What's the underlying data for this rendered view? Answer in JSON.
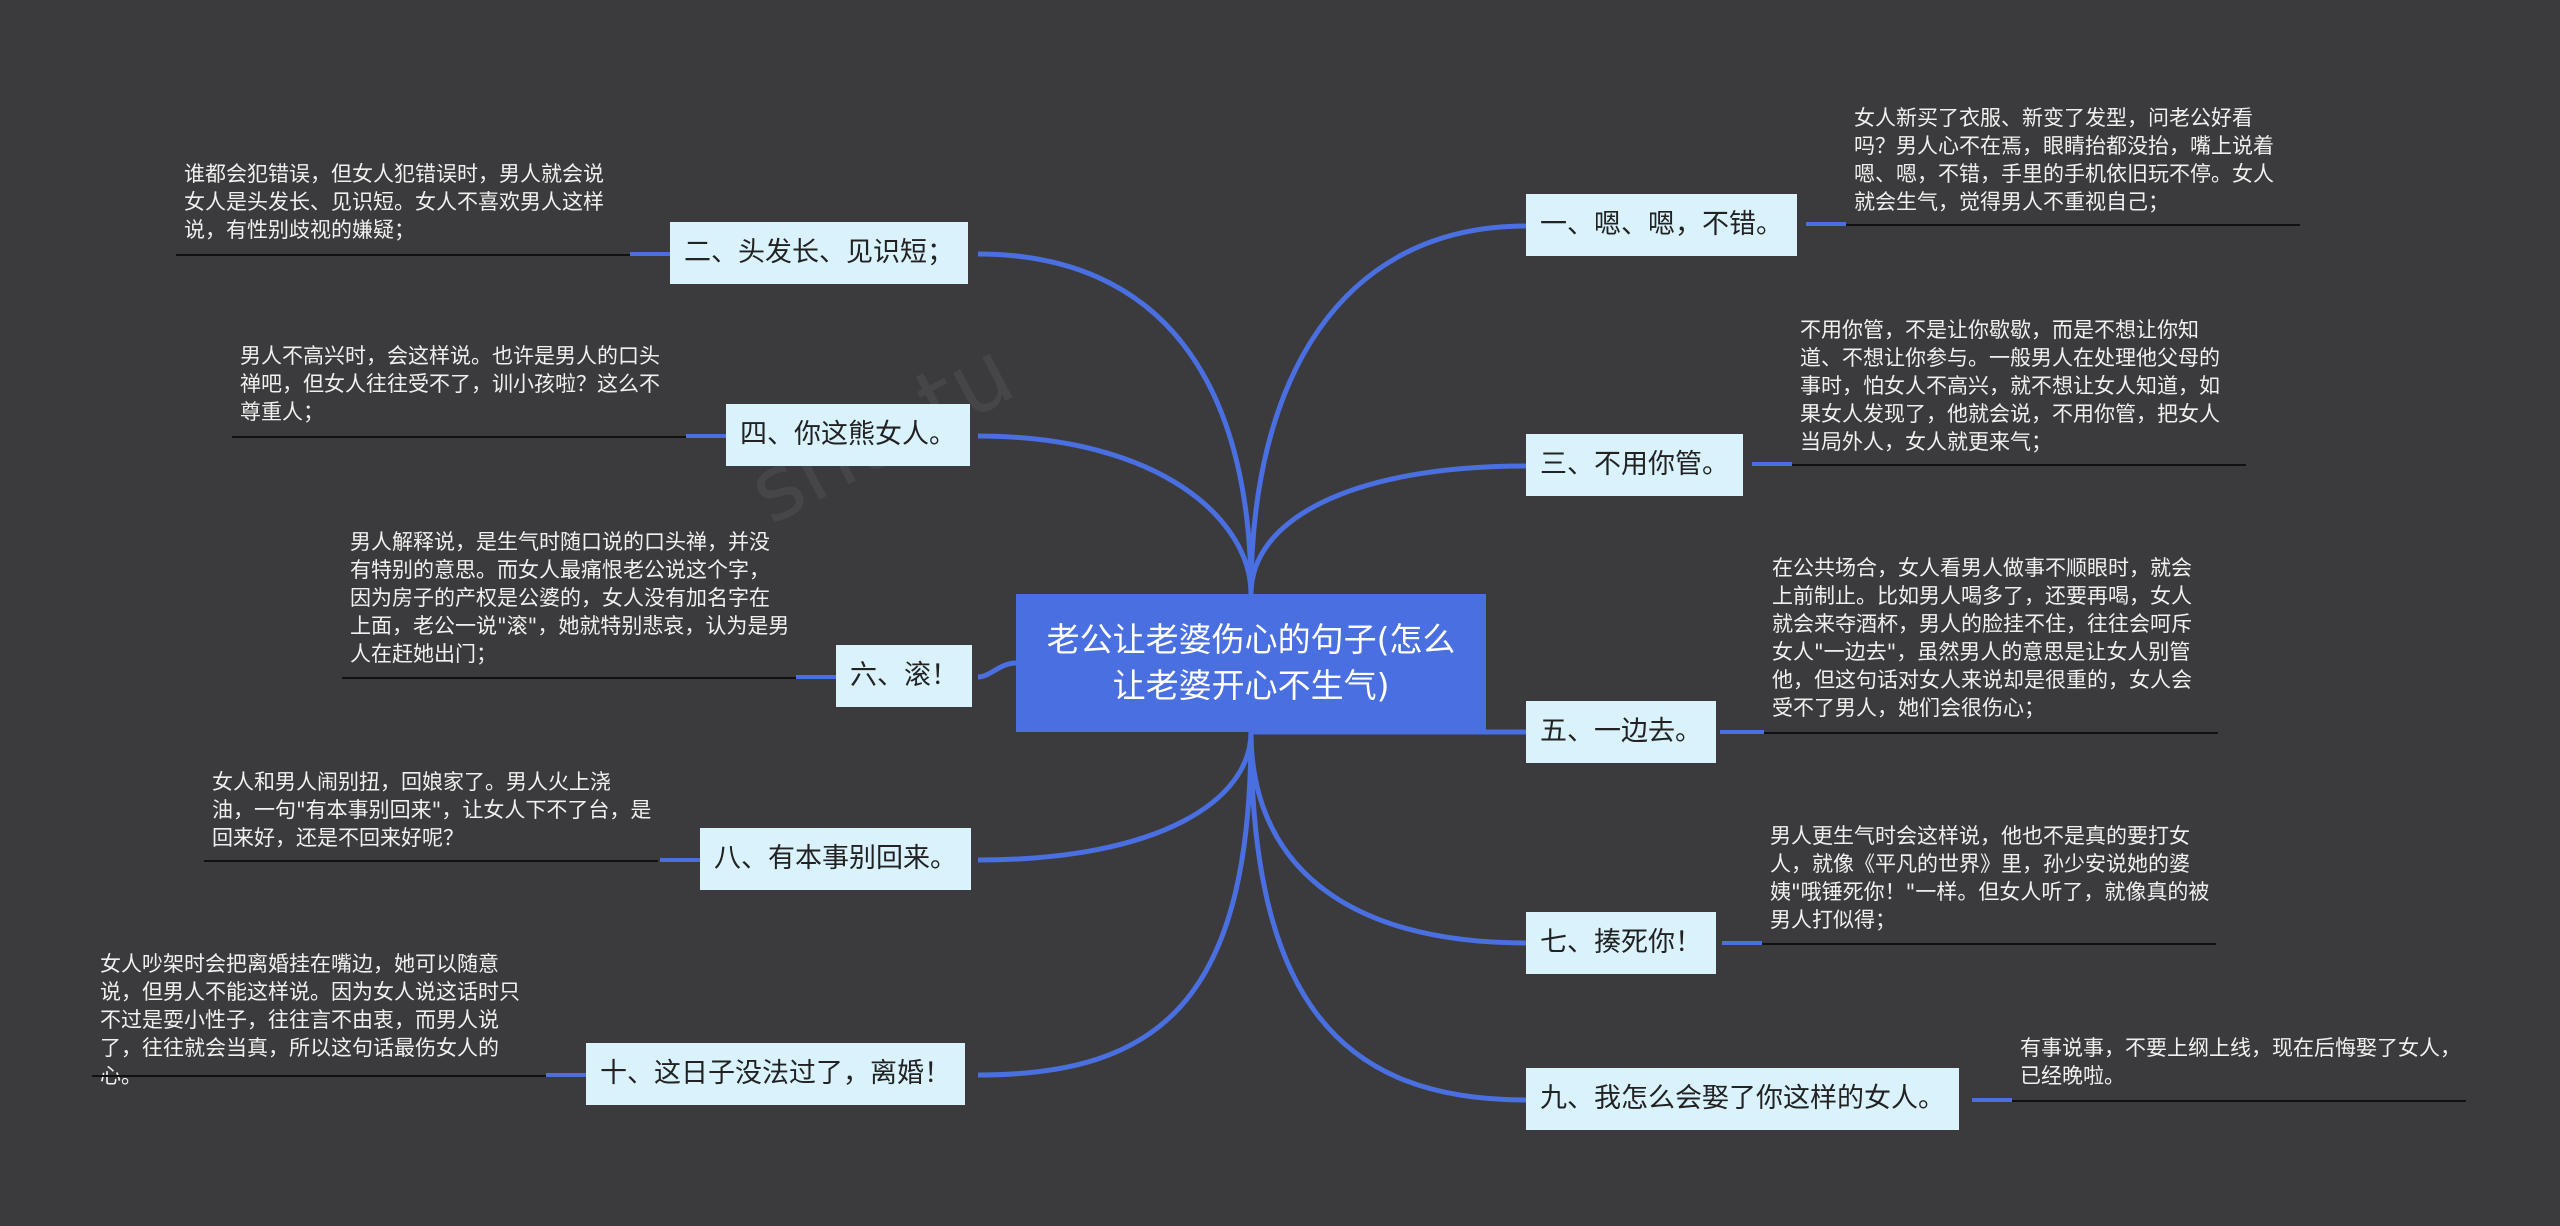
{
  "root": {
    "title": "老公让老婆伤心的句子(怎么让老婆开心不生气)"
  },
  "colors": {
    "background": "#3b3a3c",
    "root_fill": "#4a6fe0",
    "branch_fill": "#d9f2fb",
    "link": "#4a6fe0"
  },
  "branches": [
    {
      "label": "一、嗯、嗯，不错。",
      "note": "女人新买了衣服、新变了发型，问老公好看吗？男人心不在焉，眼睛抬都没抬，嘴上说着嗯、嗯，不错，手里的手机依旧玩不停。女人就会生气，觉得男人不重视自己；"
    },
    {
      "label": "二、头发长、见识短；",
      "note": "谁都会犯错误，但女人犯错误时，男人就会说女人是头发长、见识短。女人不喜欢男人这样说，有性别歧视的嫌疑；"
    },
    {
      "label": "三、不用你管。",
      "note": "不用你管，不是让你歇歇，而是不想让你知道、不想让你参与。一般男人在处理他父母的事时，怕女人不高兴，就不想让女人知道，如果女人发现了，他就会说，不用你管，把女人当局外人，女人就更来气；"
    },
    {
      "label": "四、你这熊女人。",
      "note": "男人不高兴时，会这样说。也许是男人的口头禅吧，但女人往往受不了，训小孩啦？这么不尊重人；"
    },
    {
      "label": "五、一边去。",
      "note": "在公共场合，女人看男人做事不顺眼时，就会上前制止。比如男人喝多了，还要再喝，女人就会来夺酒杯，男人的脸挂不住，往往会呵斥女人\"一边去\"，虽然男人的意思是让女人别管他，但这句话对女人来说却是很重的，女人会受不了男人，她们会很伤心；"
    },
    {
      "label": "六、滚！",
      "note": "男人解释说，是生气时随口说的口头禅，并没有特别的意思。而女人最痛恨老公说这个字，因为房子的产权是公婆的，女人没有加名字在上面，老公一说\"滚\"，她就特别悲哀，认为是男人在赶她出门；"
    },
    {
      "label": "七、揍死你！",
      "note": "男人更生气时会这样说，他也不是真的要打女人，就像《平凡的世界》里，孙少安说她的婆姨\"哦锤死你！\"一样。但女人听了，就像真的被男人打似得；"
    },
    {
      "label": "八、有本事别回来。",
      "note": "女人和男人闹别扭，回娘家了。男人火上浇油，一句\"有本事别回来\"，让女人下不了台，是回来好，还是不回来好呢？"
    },
    {
      "label": "九、我怎么会娶了你这样的女人。",
      "note": "有事说事，不要上纲上线，现在后悔娶了女人，已经晚啦。"
    },
    {
      "label": "十、这日子没法过了，离婚！",
      "note": "女人吵架时会把离婚挂在嘴边，她可以随意说，但男人不能这样说。因为女人说这话时只不过是耍小性子，往往言不由衷，而男人说了，往往就会当真，所以这句话最伤女人的心。"
    }
  ]
}
